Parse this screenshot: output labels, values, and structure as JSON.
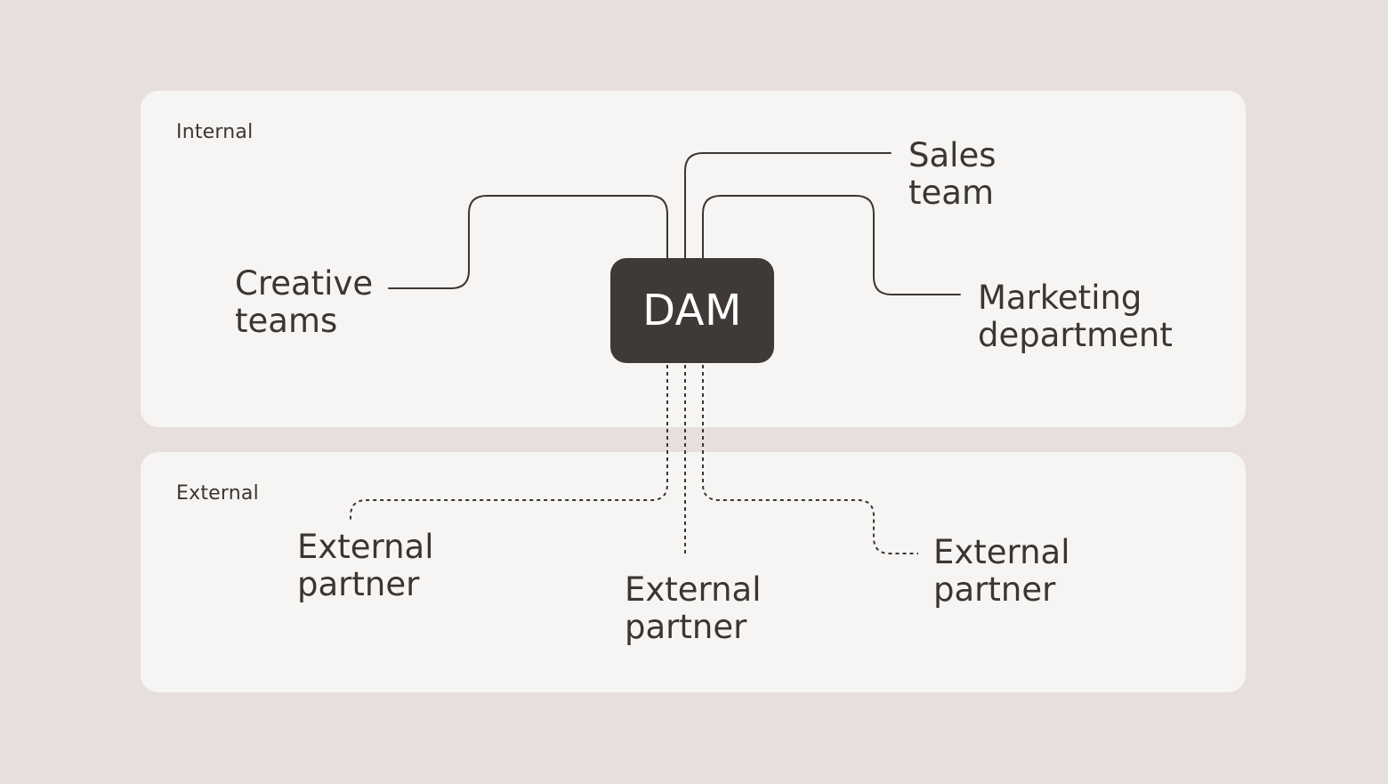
{
  "sections": {
    "internal": "Internal",
    "external": "External"
  },
  "hub": {
    "label": "DAM"
  },
  "internal_nodes": {
    "creative": {
      "line1": "Creative",
      "line2": "teams"
    },
    "sales": {
      "line1": "Sales",
      "line2": "team"
    },
    "marketing": {
      "line1": "Marketing",
      "line2": "department"
    }
  },
  "external_nodes": {
    "left": {
      "line1": "External",
      "line2": "partner"
    },
    "middle": {
      "line1": "External",
      "line2": "partner"
    },
    "right": {
      "line1": "External",
      "line2": "partner"
    }
  },
  "colors": {
    "background": "#e6dfde",
    "panel": "#f6f5f3",
    "hub": "#3f3a38",
    "text": "#3a3634",
    "connector": "#3a3634"
  }
}
